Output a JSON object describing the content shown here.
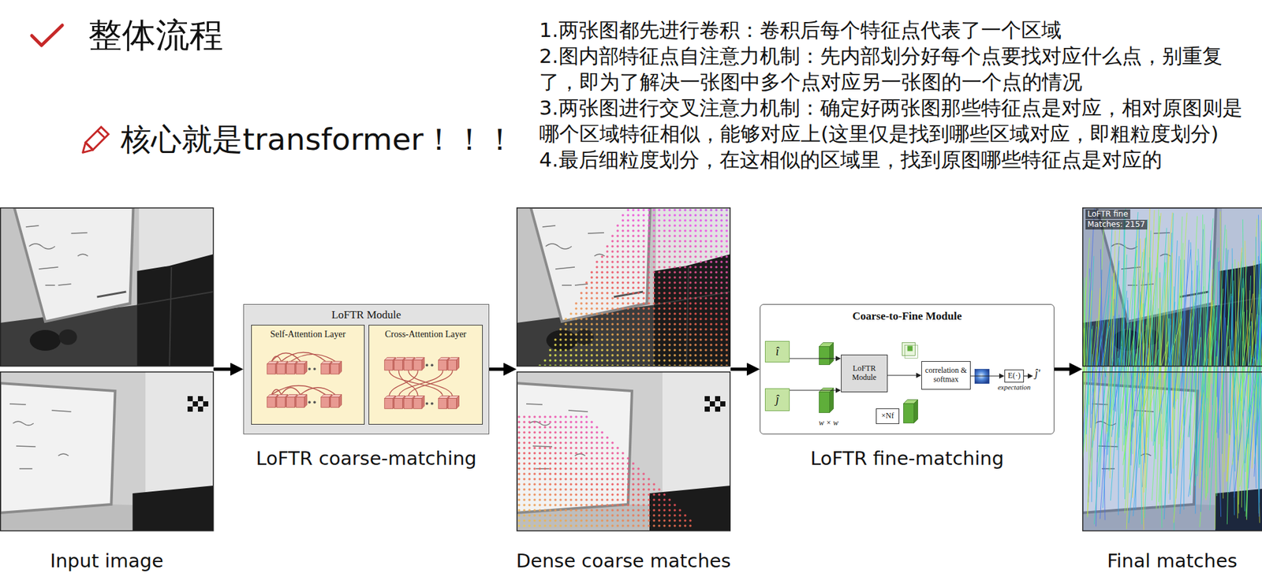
{
  "diagram": {
    "title": "整体流程",
    "nodes": [
      {
        "text": [
          "Input image"
        ]
      },
      {
        "text": [
          "LoFTR Module",
          "LoFTR coarse-matching"
        ]
      },
      {
        "text": [
          "Self-Attention Layer"
        ],
        "in": 1
      },
      {
        "text": [
          "Cross-Attention Layer"
        ],
        "in": 1
      },
      {
        "text": [
          "Dense coarse matches"
        ]
      },
      {
        "text": [
          "Coarse-to-Fine Module",
          "LoFTR fine-matching"
        ]
      },
      {
        "text": [
          "î"
        ],
        "in": 5
      },
      {
        "text": [
          "ĵ"
        ],
        "in": 5
      },
      {
        "text": [
          "LoFTR Module"
        ],
        "in": 5
      },
      {
        "text": [
          "×Nf"
        ],
        "in": 5
      },
      {
        "text": [
          "correlation & softmax"
        ],
        "in": 5
      },
      {
        "text": [
          "E(·)",
          "expectation"
        ],
        "in": 5
      },
      {
        "text": [
          "LoFTR fine",
          "Matches: 2157",
          "Final matches"
        ]
      }
    ],
    "edges": [
      {
        "from": 0,
        "to": 1,
        "arrow": "to"
      },
      {
        "from": 1,
        "to": 4,
        "arrow": "to"
      },
      {
        "from": 4,
        "to": 5,
        "arrow": "to"
      },
      {
        "from": 5,
        "to": 12,
        "arrow": "to"
      },
      {
        "from": 6,
        "to": 8,
        "arrow": "to"
      },
      {
        "from": 7,
        "to": 8,
        "arrow": "to"
      },
      {
        "from": 8,
        "to": 10,
        "arrow": "to"
      },
      {
        "from": 10,
        "to": 11,
        "arrow": "to"
      }
    ],
    "labels": [
      "核心就是transformer！！！",
      "1.两张图都先进行卷积：卷积后每个特征点代表了一个区域",
      "2.图内部特征点自注意力机制：先内部划分好每个点要找对应什么点，别重复了，即为了解决一张图中多个点对应另一张图的一个点的情况",
      "3.两张图进行交叉注意力机制：确定好两张图那些特征点是对应，相对原图则是哪个区域特征相似，能够对应上(这里仅是找到哪些区域对应，即粗粒度划分)",
      "4.最后细粒度划分，在这相似的区域里，找到原图哪些特征点是对应的",
      "ĵ'",
      "w × w"
    ]
  }
}
